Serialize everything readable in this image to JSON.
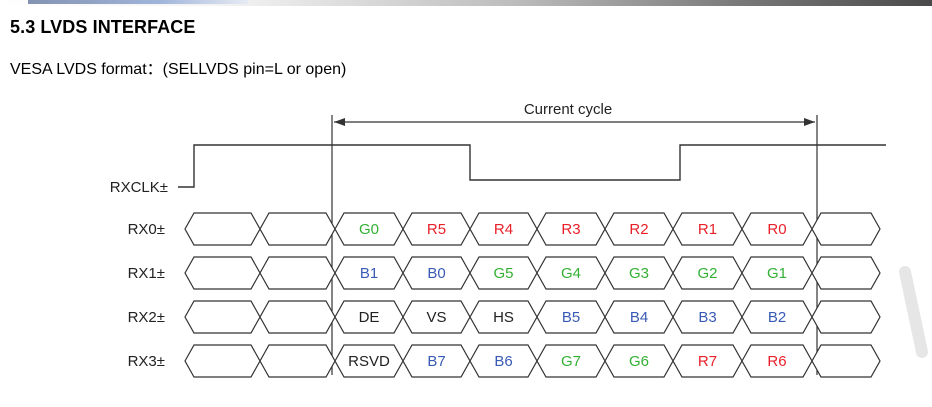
{
  "heading": "5.3 LVDS INTERFACE",
  "subtitle": "VESA LVDS format：(SELLVDS pin=L or open)",
  "cycle_label": "Current cycle",
  "clock": {
    "label": "RXCLK±"
  },
  "colors": {
    "R": "#e8202a",
    "G": "#33b033",
    "B": "#3a5bb5",
    "other": "#222222",
    "wire": "#333333",
    "watermark": "#e6e6e6"
  },
  "lanes": [
    {
      "label": "RX0±",
      "bits": [
        {
          "text": "G0",
          "color": "G"
        },
        {
          "text": "R5",
          "color": "R"
        },
        {
          "text": "R4",
          "color": "R"
        },
        {
          "text": "R3",
          "color": "R"
        },
        {
          "text": "R2",
          "color": "R"
        },
        {
          "text": "R1",
          "color": "R"
        },
        {
          "text": "R0",
          "color": "R"
        }
      ]
    },
    {
      "label": "RX1±",
      "bits": [
        {
          "text": "B1",
          "color": "B"
        },
        {
          "text": "B0",
          "color": "B"
        },
        {
          "text": "G5",
          "color": "G"
        },
        {
          "text": "G4",
          "color": "G"
        },
        {
          "text": "G3",
          "color": "G"
        },
        {
          "text": "G2",
          "color": "G"
        },
        {
          "text": "G1",
          "color": "G"
        }
      ]
    },
    {
      "label": "RX2±",
      "bits": [
        {
          "text": "DE",
          "color": "other"
        },
        {
          "text": "VS",
          "color": "other"
        },
        {
          "text": "HS",
          "color": "other"
        },
        {
          "text": "B5",
          "color": "B"
        },
        {
          "text": "B4",
          "color": "B"
        },
        {
          "text": "B3",
          "color": "B"
        },
        {
          "text": "B2",
          "color": "B"
        }
      ]
    },
    {
      "label": "RX3±",
      "bits": [
        {
          "text": "RSVD",
          "color": "other"
        },
        {
          "text": "B7",
          "color": "B"
        },
        {
          "text": "B6",
          "color": "B"
        },
        {
          "text": "G7",
          "color": "G"
        },
        {
          "text": "G6",
          "color": "G"
        },
        {
          "text": "R7",
          "color": "R"
        },
        {
          "text": "R6",
          "color": "R"
        }
      ]
    }
  ]
}
